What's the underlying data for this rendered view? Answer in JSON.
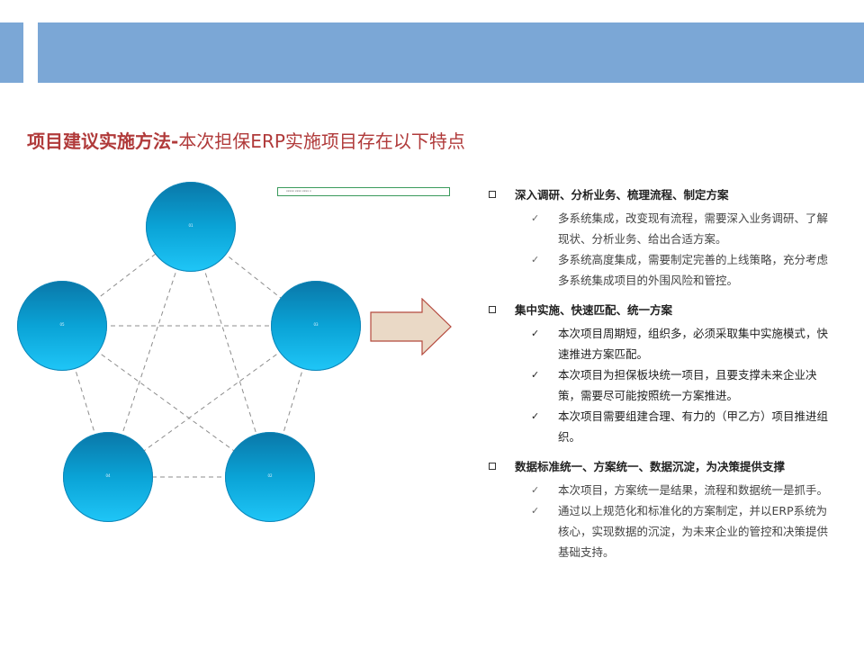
{
  "slide": {
    "title_bold": "项目建议实施方法-",
    "title_rest": "本次担保ERP实施项目存在以下特点"
  },
  "diagram": {
    "nodes": [
      {
        "label": "01"
      },
      {
        "label": "03"
      },
      {
        "label": "02"
      },
      {
        "label": "04"
      },
      {
        "label": "05"
      }
    ],
    "caption_box": "xxxxx xxxx xxxx x"
  },
  "sections": [
    {
      "title": "深入调研、分析业务、梳理流程、制定方案",
      "items": [
        "多系统集成，改变现有流程，需要深入业务调研、了解现状、分析业务、给出合适方案。",
        "多系统高度集成，需要制定完善的上线策略，充分考虑多系统集成项目的外围风险和管控。"
      ]
    },
    {
      "title": "集中实施、快速匹配、统一方案",
      "items": [
        "本次项目周期短，组织多，必须采取集中实施模式，快速推进方案匹配。",
        "本次项目为担保板块统一项目，且要支撑未来企业决策，需要尽可能按照统一方案推进。",
        "本次项目需要组建合理、有力的（甲乙方）项目推进组织。"
      ]
    },
    {
      "title": "数据标准统一、方案统一、数据沉淀，为决策提供支撑",
      "items": [
        "本次项目，方案统一是结果，流程和数据统一是抓手。",
        "通过以上规范化和标准化的方案制定，并以ERP系统为核心，实现数据的沉淀，为未来企业的管控和决策提供基础支持。"
      ]
    }
  ]
}
